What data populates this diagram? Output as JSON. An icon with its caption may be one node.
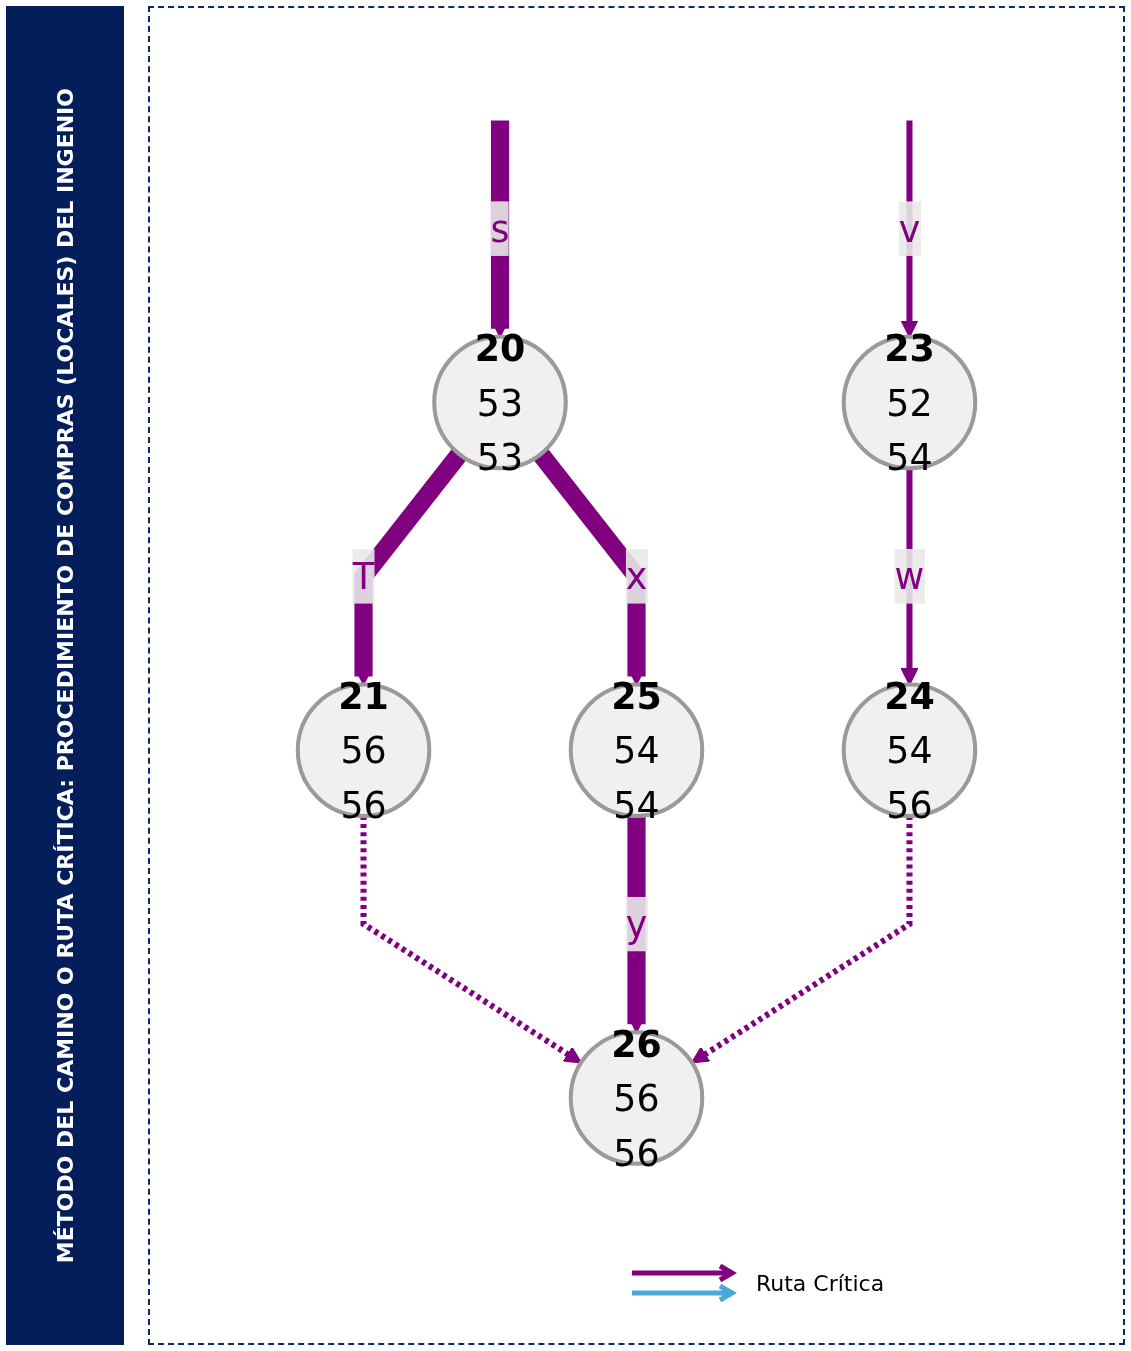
{
  "diagram": {
    "title": "MÉTODO DEL CAMINO O RUTA CRÍTICA: PROCEDIMIENTO DE COMPRAS (LOCALES) DEL INGENIO",
    "nodes": [
      {
        "text": [
          "20",
          "53",
          "53"
        ]
      },
      {
        "text": [
          "21",
          "56",
          "56"
        ]
      },
      {
        "text": [
          "25",
          "54",
          "54"
        ]
      },
      {
        "text": [
          "23",
          "52",
          "54"
        ]
      },
      {
        "text": [
          "26",
          "56",
          "56"
        ]
      },
      {
        "text": [
          "24",
          "54",
          "56"
        ]
      }
    ],
    "edges": [
      {
        "from": null,
        "to": 0,
        "arrow": "to",
        "label": "s",
        "style": "thick"
      },
      {
        "from": 0,
        "to": 1,
        "arrow": "to",
        "label": "T",
        "style": "thick"
      },
      {
        "from": 0,
        "to": 2,
        "arrow": "to",
        "label": "x",
        "style": "thick"
      },
      {
        "from": null,
        "to": 3,
        "arrow": "to",
        "label": "v"
      },
      {
        "from": 3,
        "to": 5,
        "arrow": "to",
        "label": "w"
      },
      {
        "from": 2,
        "to": 4,
        "arrow": "to",
        "label": "y",
        "style": "thick"
      },
      {
        "from": 5,
        "to": 4,
        "arrow": "to",
        "style": "dashed"
      },
      {
        "from": 1,
        "to": 4,
        "arrow": "to",
        "style": "dashed"
      }
    ],
    "legend": [
      {
        "text": "Ruta Crítica"
      }
    ]
  }
}
